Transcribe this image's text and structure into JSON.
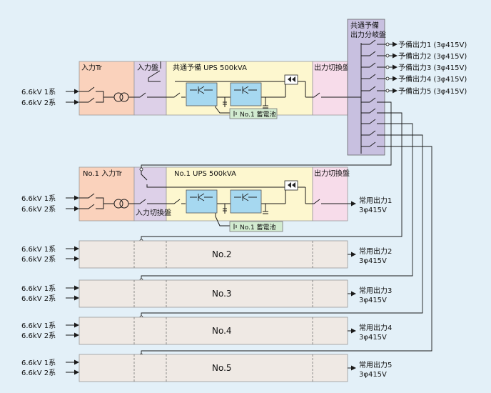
{
  "colors": {
    "background": "#e3f0f8",
    "input_tr": "#fad2bc",
    "input_panel": "#ddd0e8",
    "ups": "#fdf7cf",
    "output_panel": "#f7dcea",
    "distribution": "#c8c0e0",
    "battery": "#d2ebd0",
    "converter": "#a6d8f0",
    "unit_box": "#efe9e4",
    "line": "#1a1a1a",
    "divider": "#777777"
  },
  "feeders": {
    "line1": "6.6kV  1系",
    "line2": "6.6kV  2系"
  },
  "spare_ups": {
    "input_tr_label": "入力Tr",
    "input_panel_label": "入力盤",
    "ups_label": "共通予備 UPS  500kVA",
    "output_panel_label": "出力切換盤",
    "battery_label": "No.1 蓄電池",
    "dist_label_1": "共通予備",
    "dist_label_2": "出力分岐盤"
  },
  "spare_outputs": [
    "予備出力1 (3φ415V)",
    "予備出力2 (3φ415V)",
    "予備出力3 (3φ415V)",
    "予備出力4 (3φ415V)",
    "予備出力5 (3φ415V)"
  ],
  "no1": {
    "input_tr_label": "No.1 入力Tr",
    "ups_label": "No.1 UPS  500kVA",
    "input_switch_label": "入力切換盤",
    "output_panel_label": "出力切換盤",
    "battery_label": "No.1 蓄電池",
    "output_line1": "常用出力1",
    "output_line2": "3φ415V"
  },
  "units": [
    {
      "name": "No.2",
      "output_line1": "常用出力2",
      "output_line2": "3φ415V"
    },
    {
      "name": "No.3",
      "output_line1": "常用出力3",
      "output_line2": "3φ415V"
    },
    {
      "name": "No.4",
      "output_line1": "常用出力4",
      "output_line2": "3φ415V"
    },
    {
      "name": "No.5",
      "output_line1": "常用出力5",
      "output_line2": "3φ415V"
    }
  ]
}
